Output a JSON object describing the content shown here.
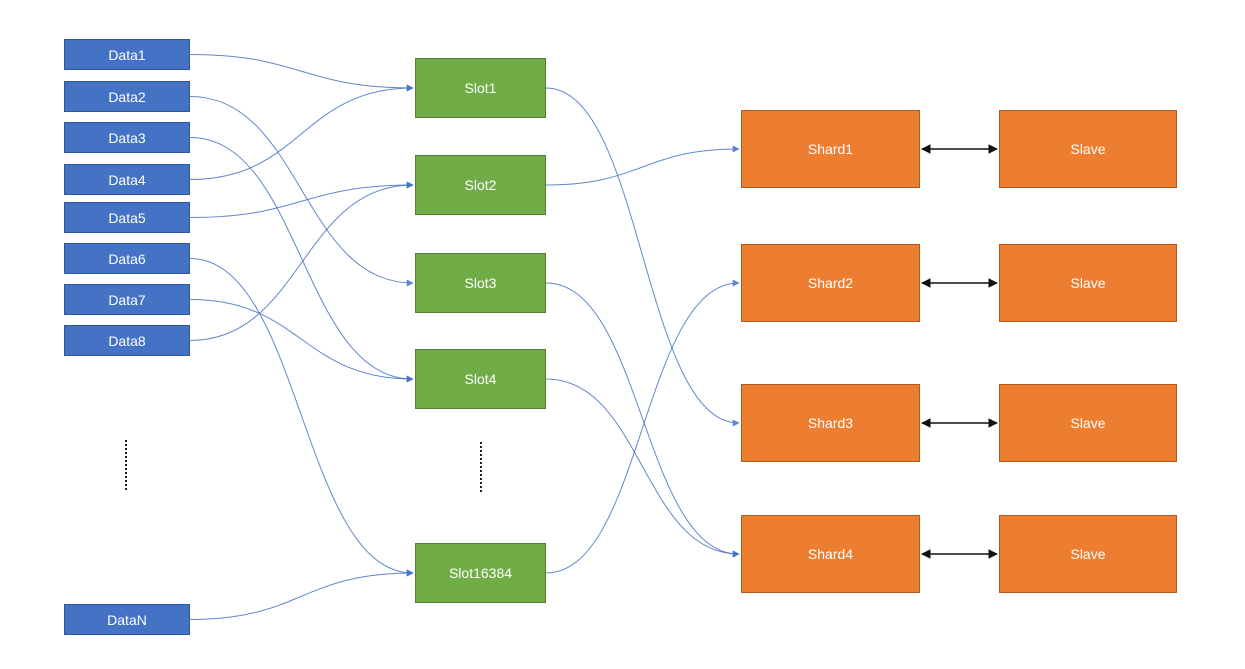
{
  "data": [
    "Data1",
    "Data2",
    "Data3",
    "Data4",
    "Data5",
    "Data6",
    "Data7",
    "Data8",
    "DataN"
  ],
  "slots": [
    "Slot1",
    "Slot2",
    "Slot3",
    "Slot4",
    "Slot16384"
  ],
  "shards": [
    "Shard1",
    "Shard2",
    "Shard3",
    "Shard4"
  ],
  "slaves": [
    "Slave",
    "Slave",
    "Slave",
    "Slave"
  ],
  "colors": {
    "data": "#4472c4",
    "slot": "#70ad47",
    "shard": "#ed7d31",
    "slave": "#ed7d31",
    "connector": "#4472c4",
    "replication": "#111111"
  },
  "connections": {
    "data_to_slot": [
      {
        "from": "Data1",
        "to": "Slot1"
      },
      {
        "from": "Data4",
        "to": "Slot1"
      },
      {
        "from": "Data2",
        "to": "Slot3"
      },
      {
        "from": "Data3",
        "to": "Slot4"
      },
      {
        "from": "Data5",
        "to": "Slot2"
      },
      {
        "from": "Data8",
        "to": "Slot2"
      },
      {
        "from": "Data7",
        "to": "Slot4"
      },
      {
        "from": "Data6",
        "to": "Slot16384"
      },
      {
        "from": "DataN",
        "to": "Slot16384"
      }
    ],
    "slot_to_shard": [
      {
        "from": "Slot1",
        "to": "Shard3"
      },
      {
        "from": "Slot2",
        "to": "Shard1"
      },
      {
        "from": "Slot3",
        "to": "Shard4"
      },
      {
        "from": "Slot4",
        "to": "Shard4"
      },
      {
        "from": "Slot16384",
        "to": "Shard2"
      }
    ],
    "shard_to_slave": [
      {
        "from": "Shard1",
        "to": "Slave"
      },
      {
        "from": "Shard2",
        "to": "Slave"
      },
      {
        "from": "Shard3",
        "to": "Slave"
      },
      {
        "from": "Shard4",
        "to": "Slave"
      }
    ]
  }
}
